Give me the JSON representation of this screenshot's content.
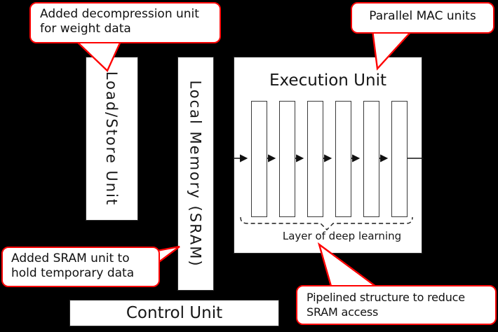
{
  "colors": {
    "background": "#000000",
    "box_fill": "#ffffff",
    "box_border": "#2e2e2e",
    "mac_border": "#3a3a3a",
    "callout_border": "#ff0000",
    "text": "#111111"
  },
  "units": {
    "load_store": {
      "label": "Load/Store Unit"
    },
    "local_memory": {
      "label": "Local Memory (SRAM)"
    },
    "execution": {
      "title": "Execution Unit",
      "mac_count": 6,
      "brace_label": "Layer of deep learning"
    },
    "control": {
      "label": "Control Unit"
    }
  },
  "callouts": [
    {
      "id": "decompression",
      "lines": [
        "Added decompression unit",
        "for weight data"
      ]
    },
    {
      "id": "parallel-mac",
      "lines": [
        "Parallel MAC units"
      ]
    },
    {
      "id": "sram",
      "lines": [
        "Added SRAM unit to",
        "hold temporary data"
      ]
    },
    {
      "id": "pipelined",
      "lines": [
        "Pipelined structure to reduce",
        "SRAM access"
      ]
    }
  ]
}
